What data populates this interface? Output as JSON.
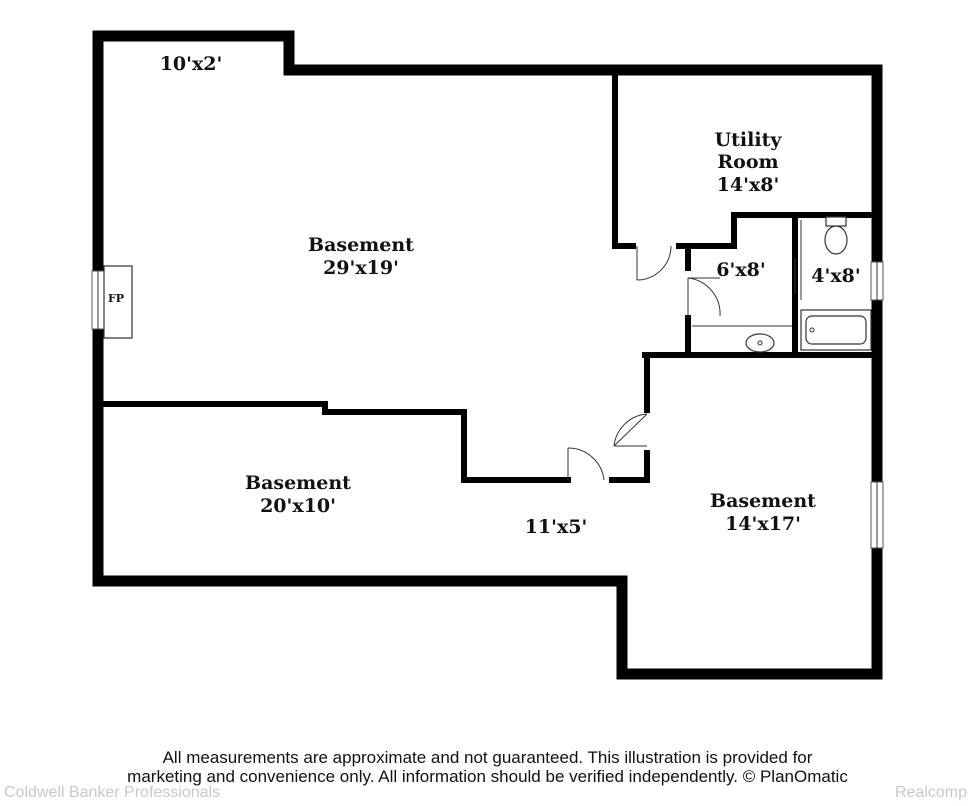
{
  "rooms": [
    {
      "id": "basement-main",
      "name": "Basement",
      "size": "29'x19'"
    },
    {
      "id": "alcove",
      "name": "",
      "size": "10'x2'"
    },
    {
      "id": "utility",
      "name_line1": "Utility",
      "name_line2": "Room",
      "size": "14'x8'"
    },
    {
      "id": "closet",
      "name": "",
      "size": "6'x8'"
    },
    {
      "id": "bath",
      "name": "",
      "size": "4'x8'"
    },
    {
      "id": "basement-left",
      "name": "Basement",
      "size": "20'x10'"
    },
    {
      "id": "hall",
      "name": "",
      "size": "11'x5'"
    },
    {
      "id": "basement-right",
      "name": "Basement",
      "size": "14'x17'"
    }
  ],
  "fixtures": {
    "fireplace_label": "FP"
  },
  "disclaimer": {
    "line1": "All measurements are approximate and not guaranteed. This illustration is provided for",
    "line2": "marketing and convenience only. All information should be verified independently. © PlanOmatic"
  },
  "watermarks": {
    "left": "Coldwell Banker Professionals",
    "right": "Realcomp"
  }
}
